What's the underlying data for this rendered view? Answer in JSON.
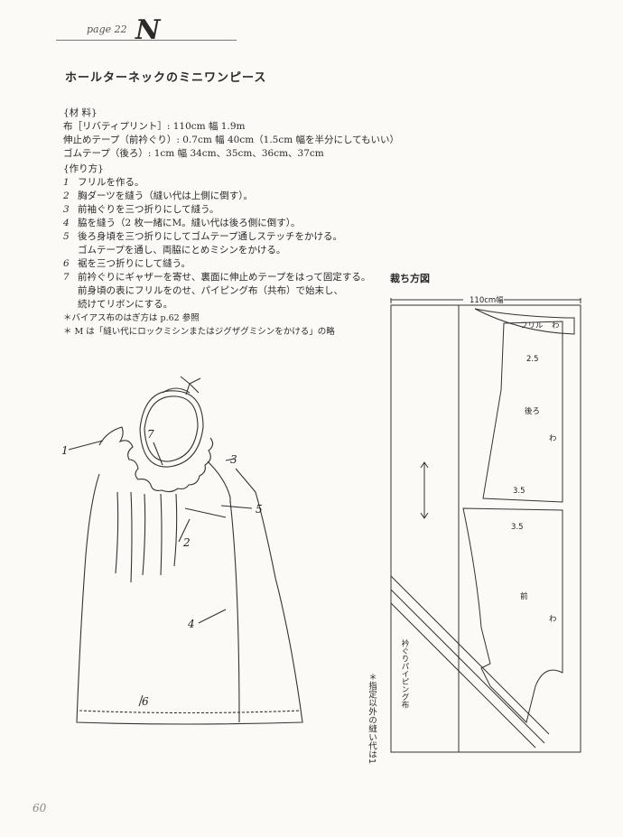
{
  "header": {
    "page_ref": "page 22",
    "monogram": "N",
    "title": "ホールターネックのミニワンピース"
  },
  "materials": {
    "heading": "{材 料}",
    "lines": [
      "布［リバティプリント］: 110cm 幅 1.9m",
      "伸止めテープ（前衿ぐり）: 0.7cm 幅 40cm（1.5cm 幅を半分にしてもいい）",
      "ゴムテープ（後ろ）: 1cm 幅 34cm、35cm、36cm、37cm"
    ]
  },
  "method": {
    "heading": "{作り方}",
    "steps": [
      {
        "num": "1",
        "text": "フリルを作る。"
      },
      {
        "num": "2",
        "text": "胸ダーツを縫う（縫い代は上側に倒す）。"
      },
      {
        "num": "3",
        "text": "前袖ぐりを三つ折りにして縫う。"
      },
      {
        "num": "4",
        "text": "脇を縫う（2 枚一緒にM。縫い代は後ろ側に倒す）。"
      },
      {
        "num": "5",
        "text": "後ろ身頃を三つ折りにしてゴムテープ通しステッチをかける。"
      },
      {
        "num": "",
        "text": "ゴムテープを通し、両脇にとめミシンをかける。"
      },
      {
        "num": "6",
        "text": "裾を三つ折りにして縫う。"
      },
      {
        "num": "7",
        "text": "前衿ぐりにギャザーを寄せ、裏面に伸止めテープをはって固定する。"
      },
      {
        "num": "",
        "text": "前身頃の表にフリルをのせ、パイピング布（共布）で始末し、"
      },
      {
        "num": "",
        "text": "続けてリボンにする。"
      }
    ],
    "notes": [
      "＊バイアス布のはぎ方は p.62 参照",
      "＊ M は「縫い代にロックミシンまたはジグザグミシンをかける」の略"
    ]
  },
  "illustration": {
    "callouts": [
      "1",
      "7",
      "3",
      "5",
      "2",
      "4",
      "6"
    ]
  },
  "cutting": {
    "label": "裁ち方図",
    "width_label": "110cm幅",
    "frill": "フリル",
    "fold": "わ",
    "back": "後ろ",
    "front": "前",
    "sa1": "2.5",
    "sa2": "3.5",
    "sa3": "3.5",
    "piping": "衿ぐりパイピング布",
    "note": "＊指定以外の縫い代は1"
  },
  "footer": {
    "folio": "60"
  }
}
